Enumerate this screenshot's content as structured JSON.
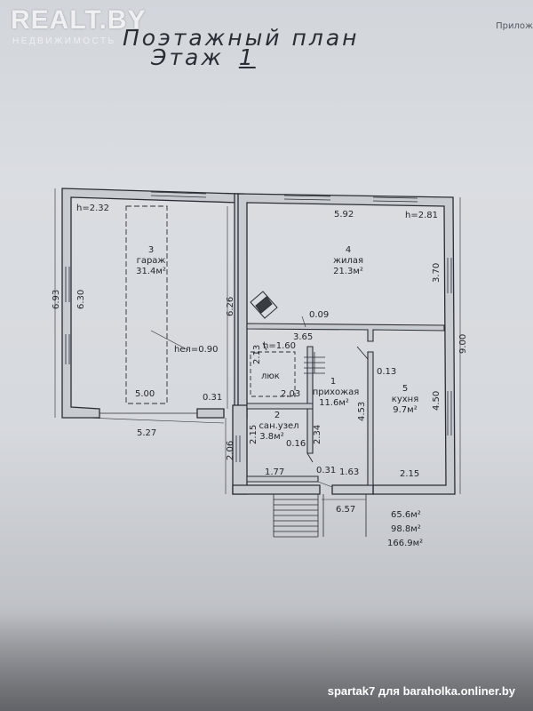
{
  "watermark": {
    "brand": "REALT.BY",
    "sub": "НЕДВИЖИМОСТЬ"
  },
  "title": {
    "line1": "Поэтажный план",
    "line2_prefix": "Этаж",
    "line2_num": "1"
  },
  "corner_text": "Прилож",
  "rooms": [
    {
      "num": "1",
      "name": "прихожая",
      "area": "11.6м²"
    },
    {
      "num": "2",
      "name": "сан.узел",
      "area": "3.8м²"
    },
    {
      "num": "3",
      "name": "гараж",
      "area": "31.4м²"
    },
    {
      "num": "4",
      "name": "жилая",
      "area": "21.3м²"
    },
    {
      "num": "5",
      "name": "кухня",
      "area": "9.7м²"
    }
  ],
  "hatch_label": "люк",
  "heights": {
    "garage": "h=2.32",
    "living": "h=2.81",
    "hall": "h=1.60",
    "floor_level": "hел=0.90"
  },
  "dims": {
    "d692": "6.93",
    "d630": "6.30",
    "d626": "6.26",
    "d592": "5.92",
    "d370": "3.70",
    "d900": "9.00",
    "d009": "0.09",
    "d365": "3.65",
    "d213": "2.13",
    "d203": "2.03",
    "d013": "0.13",
    "d500": "5.00",
    "d031a": "0.31",
    "d527": "5.27",
    "d453": "4.53",
    "d450": "4.50",
    "d215a": "2.15",
    "d234": "2.34",
    "d016": "0.16",
    "d206": "2.06",
    "d177": "1.77",
    "d031b": "0.31",
    "d163": "1.63",
    "d215b": "2.15",
    "d657": "6.57"
  },
  "totals": [
    "65.6м²",
    "98.8м²",
    "166.9м²"
  ],
  "credit": "spartak7 для baraholka.onliner.by"
}
